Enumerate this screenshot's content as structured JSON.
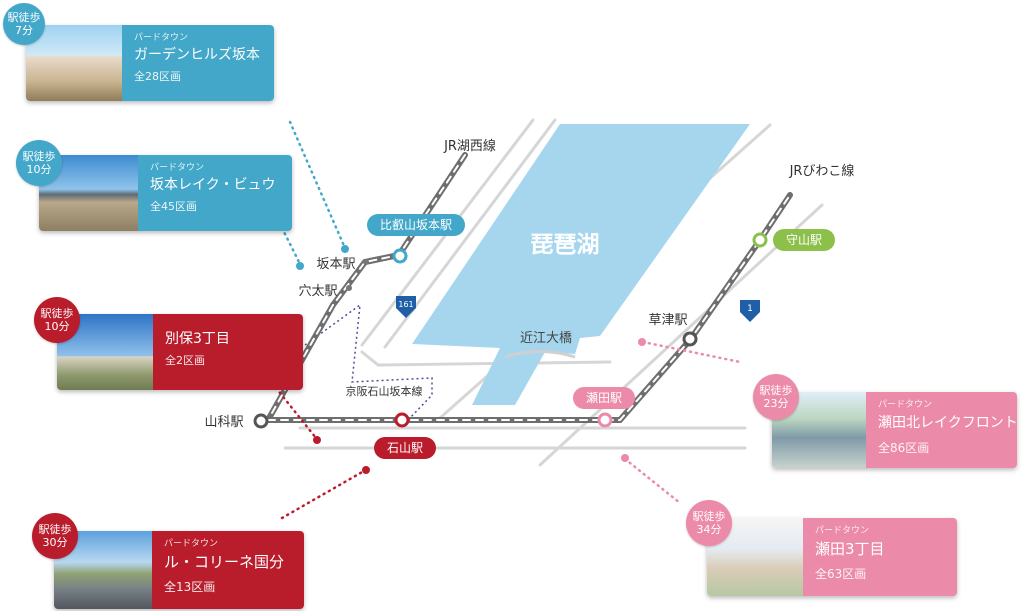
{
  "map": {
    "lake_name": "琵琶湖",
    "bridge_name": "近江大橋",
    "lines": {
      "jr_kosei": "JR湖西線",
      "jr_biwako": "JRびわこ線",
      "keihan": "京阪石山坂本線"
    },
    "stations": {
      "sakamoto": "坂本駅",
      "anou": "穴太駅",
      "yamashina": "山科駅",
      "kusatsu": "草津駅",
      "hieizan_sakamoto": "比叡山坂本駅",
      "moriyama": "守山駅",
      "seta": "瀬田駅",
      "ishiyama": "石山駅"
    },
    "routes": {
      "r161": "161",
      "r1": "1"
    }
  },
  "properties": [
    {
      "badge_line1": "駅徒歩",
      "badge_line2": "7分",
      "brand": "パードタウン",
      "name": "ガーデンヒルズ坂本",
      "count": "全28区画",
      "color": "#42a7c9"
    },
    {
      "badge_line1": "駅徒歩",
      "badge_line2": "10分",
      "brand": "パードタウン",
      "name": "坂本レイク・ビュウ",
      "count": "全45区画",
      "color": "#42a7c9"
    },
    {
      "badge_line1": "駅徒歩",
      "badge_line2": "10分",
      "brand": "",
      "name": "別保3丁目",
      "count": "全2区画",
      "color": "#b91d2c"
    },
    {
      "badge_line1": "駅徒歩",
      "badge_line2": "30分",
      "brand": "パードタウン",
      "name": "ル・コリーネ国分",
      "count": "全13区画",
      "color": "#b91d2c"
    },
    {
      "badge_line1": "駅徒歩",
      "badge_line2": "23分",
      "brand": "パードタウン",
      "name": "瀬田北レイクフロント",
      "count": "全86区画",
      "color": "#ec8aa9"
    },
    {
      "badge_line1": "駅徒歩",
      "badge_line2": "34分",
      "brand": "パードタウン",
      "name": "瀬田3丁目",
      "count": "全63区画",
      "color": "#ec8aa9"
    }
  ]
}
